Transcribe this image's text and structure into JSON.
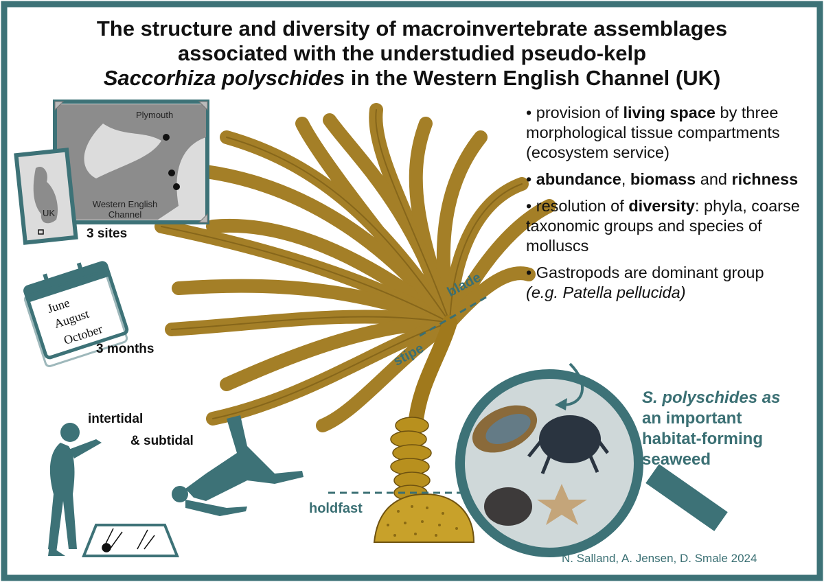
{
  "title": {
    "line1": "The structure and diversity of macroinvertebrate assemblages",
    "line2": "associated with the understudied pseudo-kelp",
    "line3_italic": "Saccorhiza polyschides",
    "line3_rest": " in the Western English Channel (UK)"
  },
  "bullets": [
    {
      "parts": [
        {
          "t": "• provision of ",
          "b": false
        },
        {
          "t": "living space",
          "b": true
        },
        {
          "t": " by three morphological tissue compartments (ecosystem service)",
          "b": false
        }
      ]
    },
    {
      "parts": [
        {
          "t": "• ",
          "b": false
        },
        {
          "t": "abundance",
          "b": true
        },
        {
          "t": ", ",
          "b": false
        },
        {
          "t": "biomass",
          "b": true
        },
        {
          "t": " and ",
          "b": false
        },
        {
          "t": "richness",
          "b": true
        }
      ]
    },
    {
      "parts": [
        {
          "t": "• resolution of ",
          "b": false
        },
        {
          "t": "diversity",
          "b": true
        },
        {
          "t": ": phyla, coarse taxonomic groups and species of molluscs",
          "b": false
        }
      ]
    },
    {
      "parts": [
        {
          "t": "• Gastropods are dominant group ",
          "b": false
        }
      ],
      "italic_line": "(e.g. Patella pellucida)"
    }
  ],
  "map": {
    "city": "Plymouth",
    "region": "Western English Channel",
    "country": "UK",
    "sites_label": "3 sites"
  },
  "calendar": {
    "months": [
      "June",
      "August",
      "October"
    ],
    "label": "3 months"
  },
  "survey": {
    "line1": "intertidal",
    "line2": "& subtidal"
  },
  "kelp_labels": {
    "blade": "blade",
    "stipe": "stipe",
    "holdfast": "holdfast"
  },
  "conclusion": {
    "line1": "S. polyschides as",
    "line2": "an important",
    "line3": "habitat-forming",
    "line4": "seaweed"
  },
  "authors": "N. Salland, A. Jensen, D. Smale 2024",
  "colors": {
    "teal": "#3a6f73",
    "frame": "#3d7277",
    "kelp": "#a0791c",
    "kelp_dark": "#6e5210"
  }
}
